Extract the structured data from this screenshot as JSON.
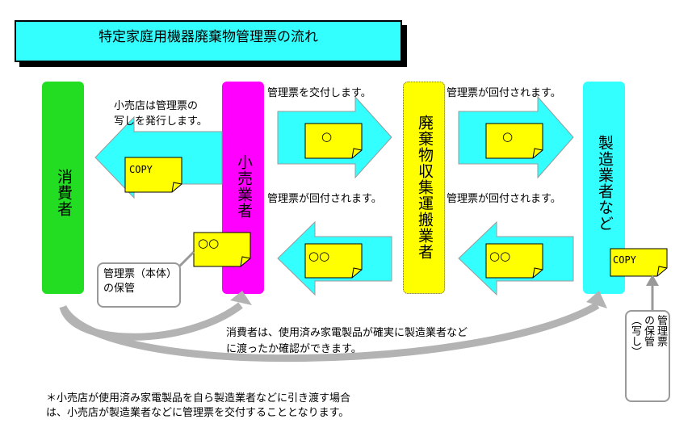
{
  "title": "特定家庭用機器廃棄物管理票の流れ",
  "columns": {
    "consumer": "消費者",
    "retailer": "小売業者",
    "collector": "廃棄物収集運搬業者",
    "manufacturer": "製造業者など"
  },
  "labels": {
    "retailer_issue": "小売店は管理票の\n写しを発行します。",
    "issue_slip": "管理票を交付します。",
    "returned_1": "管理票が回付されます。",
    "returned_2": "管理票が回付されます。",
    "returned_3": "管理票が回付されます。",
    "consumer_confirm": "消費者は、使用済み家電製品が確実に製造業者など\nに渡ったか確認ができます。",
    "note": "＊小売店が使用済み家電製品を自ら製造業者などに引き渡す場合\nは、小売店が製造業者などに管理票を交付することとなります。"
  },
  "callouts": {
    "retailer_keep": "管理票（本体）\nの保管",
    "manufacturer_keep": "管理票\nの保管\n（写し）"
  },
  "slips": {
    "copy": "COPY",
    "one_circle": "○",
    "two_circles": "○○"
  },
  "colors": {
    "cyan": "#33ffff",
    "green": "#22dd22",
    "magenta": "#ff00ff",
    "yellow": "#ffff00",
    "gray": "#b3b3b3"
  }
}
